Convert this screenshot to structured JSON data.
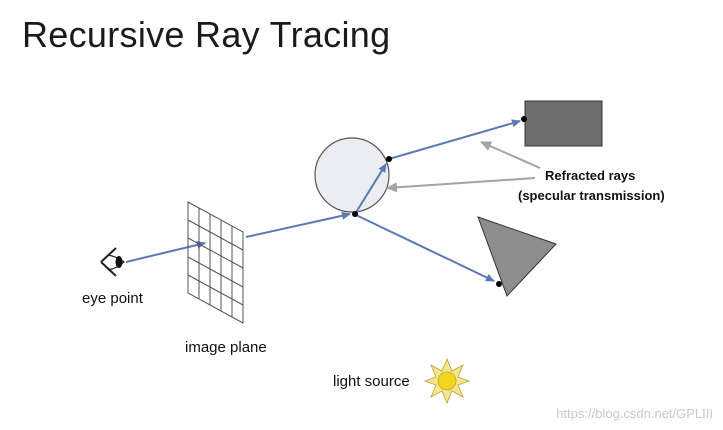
{
  "slide": {
    "title": "Recursive Ray Tracing"
  },
  "labels": {
    "eye_point": "eye point",
    "image_plane": "image plane",
    "light_source": "light source",
    "refracted_line1": "Refracted rays",
    "refracted_line2": "(specular transmission)"
  },
  "watermark": "https://blog.csdn.net/GPLIII",
  "colors": {
    "ray": "#5a79b5",
    "annotation_arrow": "#a3a3a3",
    "sphere_fill": "#ececf3",
    "rect_fill": "#6e6e6e",
    "triangle_fill": "#8d8d8d",
    "sun_outer": "#f6e58a",
    "sun_inner": "#f2d61e"
  },
  "icons": [
    "eye-icon",
    "sun-icon"
  ]
}
